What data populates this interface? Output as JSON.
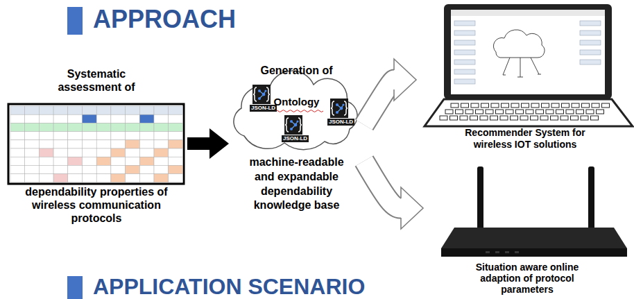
{
  "diagram": {
    "title": "APPROACH",
    "nodes": [
      {
        "text": [
          "Systematic assessment of",
          "dependability properties of wireless communication protocols"
        ]
      },
      {
        "text": [
          "Generation of",
          "Ontology",
          "machine-readable and expandable dependability knowledge base"
        ]
      },
      {
        "text": [
          "Recommender System for wireless IOT solutions"
        ]
      },
      {
        "text": [
          "Situation aware online adaption of protocol parameters"
        ]
      }
    ],
    "edges": [
      {
        "from": 0,
        "to": 1,
        "arrow": "to"
      },
      {
        "from": 1,
        "to": 2,
        "arrow": "to"
      },
      {
        "from": 1,
        "to": 3,
        "arrow": "to"
      }
    ],
    "labels": [
      "JSON-LD",
      "JSON-LD",
      "JSON-LD",
      "APPLICATION SCENARIO"
    ]
  }
}
